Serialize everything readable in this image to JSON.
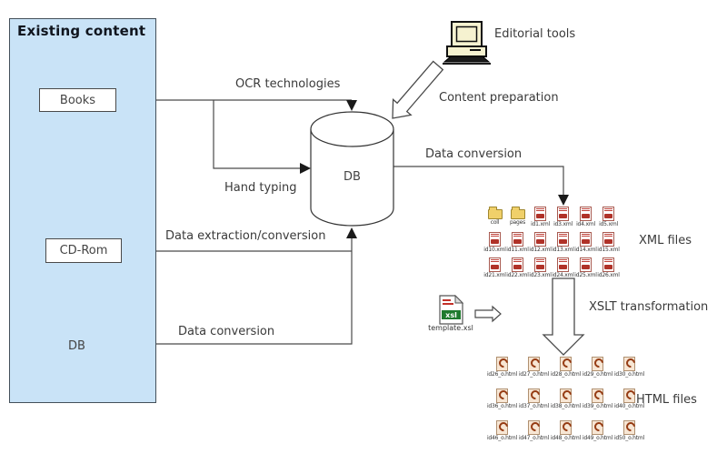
{
  "panel": {
    "title": "Existing content"
  },
  "nodes": {
    "books": "Books",
    "cdrom": "CD-Rom",
    "db_small": "DB",
    "db_central": "DB"
  },
  "labels": {
    "ocr": "OCR technologies",
    "hand_typing": "Hand typing",
    "data_extraction": "Data extraction/conversion",
    "data_conversion_bottom": "Data conversion",
    "data_conversion_right": "Data conversion",
    "editorial_tools": "Editorial tools",
    "content_preparation": "Content preparation",
    "xml_files": "XML files",
    "xslt_transformation": "XSLT transformation",
    "html_files": "HTML files",
    "template_xsl": "template.xsl",
    "template_badge": "xsl"
  },
  "xml_grid": {
    "rows": [
      [
        {
          "type": "folder",
          "label": "coll"
        },
        {
          "type": "folder",
          "label": "pages"
        },
        {
          "type": "xml",
          "label": "id1.xml"
        },
        {
          "type": "xml",
          "label": "id3.xml"
        },
        {
          "type": "xml",
          "label": "id4.xml"
        },
        {
          "type": "xml",
          "label": "id5.xml"
        }
      ],
      [
        {
          "type": "xml",
          "label": "id10.xml"
        },
        {
          "type": "xml",
          "label": "id11.xml"
        },
        {
          "type": "xml",
          "label": "id12.xml"
        },
        {
          "type": "xml",
          "label": "id13.xml"
        },
        {
          "type": "xml",
          "label": "id14.xml"
        },
        {
          "type": "xml",
          "label": "id15.xml"
        }
      ],
      [
        {
          "type": "xml",
          "label": "id21.xml"
        },
        {
          "type": "xml",
          "label": "id22.xml"
        },
        {
          "type": "xml",
          "label": "id23.xml"
        },
        {
          "type": "xml",
          "label": "id24.xml"
        },
        {
          "type": "xml",
          "label": "id25.xml"
        },
        {
          "type": "xml",
          "label": "id26.xml"
        }
      ]
    ]
  },
  "html_grid": {
    "rows": [
      [
        {
          "type": "html",
          "label": "id26_o.html"
        },
        {
          "type": "html",
          "label": "id27_o.html"
        },
        {
          "type": "html",
          "label": "id28_o.html"
        },
        {
          "type": "html",
          "label": "id29_o.html"
        },
        {
          "type": "html",
          "label": "id30_o.html"
        }
      ],
      [
        {
          "type": "html",
          "label": "id36_o.html"
        },
        {
          "type": "html",
          "label": "id37_o.html"
        },
        {
          "type": "html",
          "label": "id38_o.html"
        },
        {
          "type": "html",
          "label": "id39_o.html"
        },
        {
          "type": "html",
          "label": "id40_o.html"
        }
      ],
      [
        {
          "type": "html",
          "label": "id46_o.html"
        },
        {
          "type": "html",
          "label": "id47_o.html"
        },
        {
          "type": "html",
          "label": "id48_o.html"
        },
        {
          "type": "html",
          "label": "id49_o.html"
        },
        {
          "type": "html",
          "label": "id50_o.html"
        }
      ]
    ]
  },
  "colors": {
    "panel_fill": "#c9e3f7",
    "panel_border": "#44505a",
    "line": "#4a4a4a",
    "arrowhead": "#1a1a1a",
    "folder_yellow": "#f0d06a",
    "xml_red": "#b03228",
    "xsl_green": "#1f7a2e",
    "computer_beige": "#f6f2d0",
    "html_page": "#f7e6d4",
    "html_swirl": "#963c14"
  }
}
